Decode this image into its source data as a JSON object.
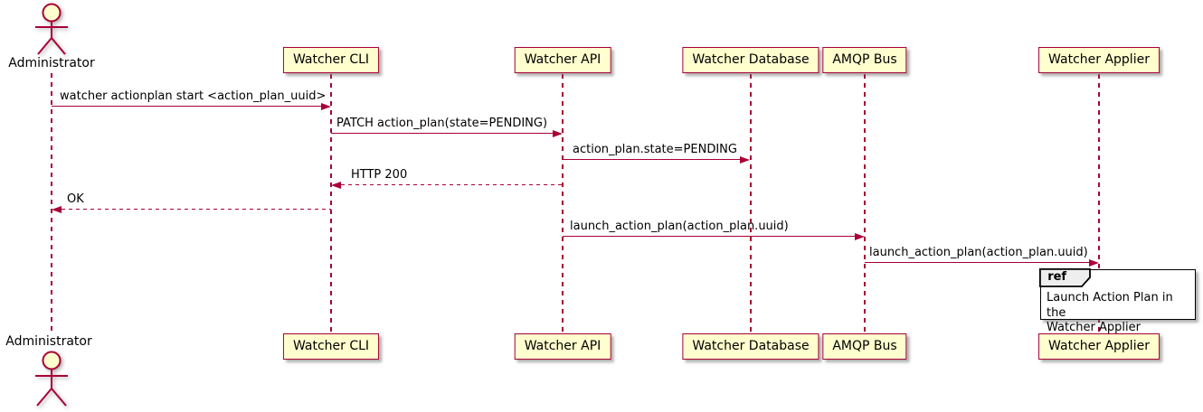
{
  "diagram": {
    "type": "uml-sequence-diagram",
    "colors": {
      "accent_border": "#A80036",
      "participant_fill": "#FEFECE",
      "ref_tab_fill": "#EEEEEE",
      "text": "#000000",
      "background": "#FFFFFF"
    },
    "participants": [
      {
        "name": "Administrator",
        "kind": "actor"
      },
      {
        "name": "Watcher CLI",
        "kind": "participant"
      },
      {
        "name": "Watcher API",
        "kind": "participant"
      },
      {
        "name": "Watcher Database",
        "kind": "participant"
      },
      {
        "name": "AMQP Bus",
        "kind": "participant"
      },
      {
        "name": "Watcher Applier",
        "kind": "participant"
      }
    ],
    "messages": [
      {
        "from": "Administrator",
        "to": "Watcher CLI",
        "label": "watcher actionplan start <action_plan_uuid>",
        "line": "solid",
        "direction": "right"
      },
      {
        "from": "Watcher CLI",
        "to": "Watcher API",
        "label": "PATCH action_plan(state=PENDING)",
        "line": "solid",
        "direction": "right"
      },
      {
        "from": "Watcher API",
        "to": "Watcher Database",
        "label": "action_plan.state=PENDING",
        "line": "solid",
        "direction": "right"
      },
      {
        "from": "Watcher API",
        "to": "Watcher CLI",
        "label": "HTTP 200",
        "line": "dashed",
        "direction": "left"
      },
      {
        "from": "Watcher CLI",
        "to": "Administrator",
        "label": "OK",
        "line": "dashed",
        "direction": "left"
      },
      {
        "from": "Watcher API",
        "to": "AMQP Bus",
        "label": "launch_action_plan(action_plan.uuid)",
        "line": "solid",
        "direction": "right"
      },
      {
        "from": "AMQP Bus",
        "to": "Watcher Applier",
        "label": "launch_action_plan(action_plan.uuid)",
        "line": "solid",
        "direction": "right"
      }
    ],
    "ref": {
      "keyword": "ref",
      "over": "Watcher Applier",
      "text": "Launch Action Plan in the\nWatcher Applier"
    }
  }
}
